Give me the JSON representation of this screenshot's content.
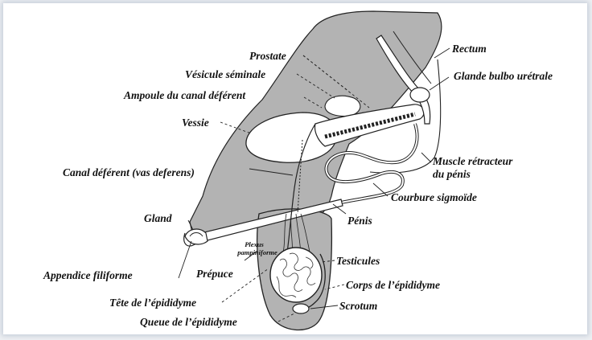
{
  "colors": {
    "tissue": "#b3b3b3",
    "organ_fill": "#ffffff",
    "outline": "#1a1a1a",
    "label": "#111111",
    "frame_shadow": "#7f97b8"
  },
  "labels": {
    "rectum": "Rectum",
    "prostate": "Prostate",
    "glande_bulbo": "Glande bulbo urétrale",
    "vesicule": "Vésicule séminale",
    "ampoule": "Ampoule du canal déférent",
    "vessie": "Vessie",
    "muscle_line1": "Muscle rétracteur",
    "muscle_line2": "du pénis",
    "canal": "Canal déférent (vas deferens)",
    "courbure": "Courbure sigmoïde",
    "gland": "Gland",
    "penis": "Pénis",
    "plexus_line1": "Plexus",
    "plexus_line2": "pampiniforme",
    "testicules": "Testicules",
    "appendice": "Appendice filiforme",
    "prepuce": "Prépuce",
    "corps": "Corps de l’épididyme",
    "tete": "Tête de l’épididyme",
    "scrotum": "Scrotum",
    "queue": "Queue de l’épididyme"
  }
}
